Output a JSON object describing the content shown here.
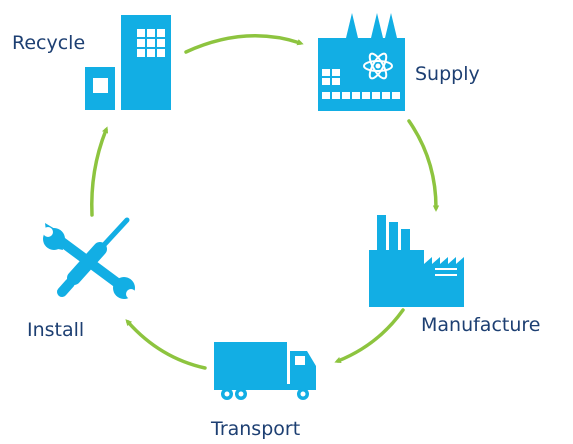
{
  "colors": {
    "icon": "#12aee4",
    "arrow": "#8dc43f",
    "label": "#1d3f72"
  },
  "stages": [
    {
      "label": "Recycle",
      "icon": "building-icon"
    },
    {
      "label": "Supply",
      "icon": "factory-atom-icon"
    },
    {
      "label": "Manufacture",
      "icon": "factory-icon"
    },
    {
      "label": "Transport",
      "icon": "truck-icon"
    },
    {
      "label": "Install",
      "icon": "wrench-screwdriver-icon"
    }
  ]
}
